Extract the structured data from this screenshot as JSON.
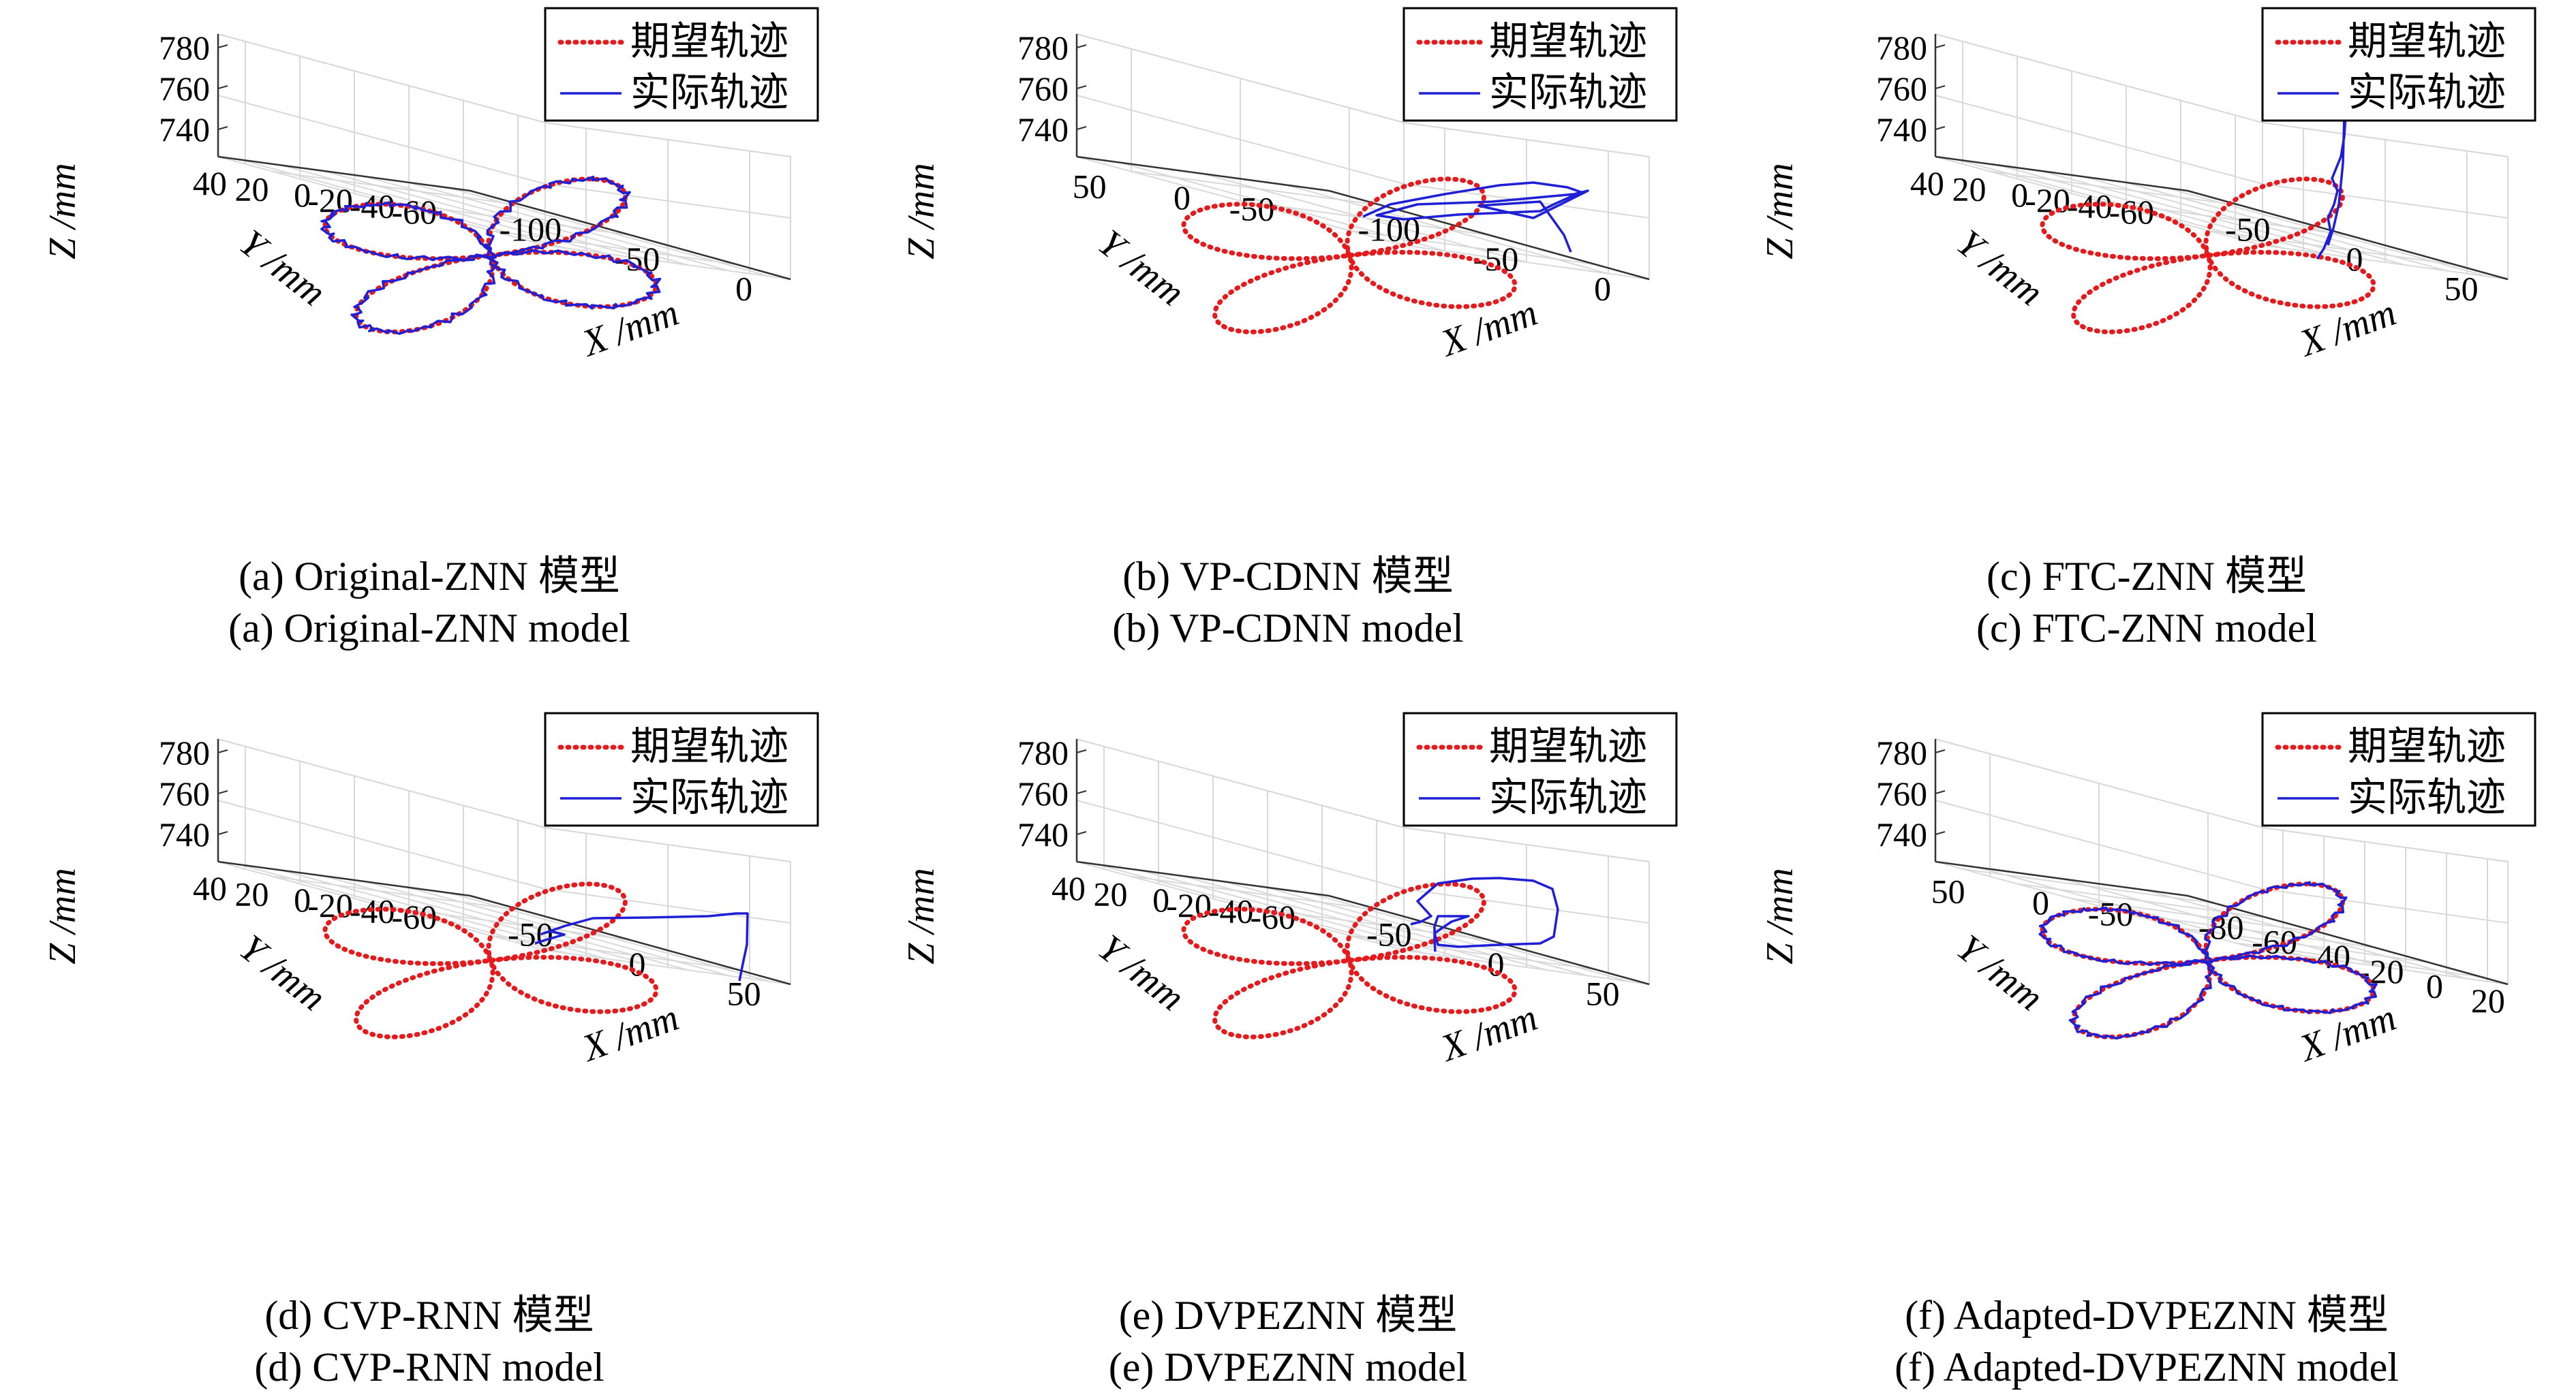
{
  "legend": {
    "desired": "期望轨迹",
    "actual": "实际轨迹"
  },
  "colors": {
    "desired": "#e41a1c",
    "actual": "#1f1fd6",
    "grid": "#d9d9d9",
    "axis": "#333333"
  },
  "chart_data": [
    {
      "type": "line3d",
      "caption_cn": "(a) Original-ZNN 模型",
      "caption_en": "(a) Original-ZNN model",
      "xlabel": "X /mm",
      "ylabel": "Y /mm",
      "zlabel": "Z /mm",
      "xticks": [
        "-100",
        "-50",
        "0"
      ],
      "yticks": [
        "40",
        "20",
        "0",
        "-20",
        "-40",
        "-60"
      ],
      "zticks": [
        "740",
        "760",
        "780"
      ],
      "actual_mode": "match",
      "noise": 0.025,
      "series": [
        {
          "name": "期望轨迹",
          "style": "dotted"
        },
        {
          "name": "实际轨迹",
          "style": "solid"
        }
      ]
    },
    {
      "type": "line3d",
      "caption_cn": "(b) VP-CDNN 模型",
      "caption_en": "(b) VP-CDNN model",
      "xlabel": "X /mm",
      "ylabel": "Y /mm",
      "zlabel": "Z /mm",
      "xticks": [
        "-100",
        "-50",
        "0"
      ],
      "yticks": [
        "50",
        "0",
        "-50"
      ],
      "zticks": [
        "740",
        "760",
        "780"
      ],
      "actual_mode": "zigzag",
      "series": [
        {
          "name": "期望轨迹",
          "style": "dotted"
        },
        {
          "name": "实际轨迹",
          "style": "solid"
        }
      ]
    },
    {
      "type": "line3d",
      "caption_cn": "(c) FTC-ZNN 模型",
      "caption_en": "(c) FTC-ZNN model",
      "xlabel": "X /mm",
      "ylabel": "Y /mm",
      "zlabel": "Z /mm",
      "xticks": [
        "-50",
        "0",
        "50"
      ],
      "yticks": [
        "40",
        "20",
        "0",
        "-20",
        "-40",
        "-60"
      ],
      "zticks": [
        "740",
        "760",
        "780"
      ],
      "actual_mode": "spike",
      "series": [
        {
          "name": "期望轨迹",
          "style": "dotted"
        },
        {
          "name": "实际轨迹",
          "style": "solid"
        }
      ]
    },
    {
      "type": "line3d",
      "caption_cn": "(d) CVP-RNN 模型",
      "caption_en": "(d) CVP-RNN model",
      "xlabel": "X /mm",
      "ylabel": "Y /mm",
      "zlabel": "Z /mm",
      "xticks": [
        "-50",
        "0",
        "50"
      ],
      "yticks": [
        "40",
        "20",
        "0",
        "-20",
        "-40",
        "-60"
      ],
      "zticks": [
        "740",
        "760",
        "780"
      ],
      "actual_mode": "hook",
      "series": [
        {
          "name": "期望轨迹",
          "style": "dotted"
        },
        {
          "name": "实际轨迹",
          "style": "solid"
        }
      ]
    },
    {
      "type": "line3d",
      "caption_cn": "(e) DVPEZNN 模型",
      "caption_en": "(e) DVPEZNN model",
      "xlabel": "X /mm",
      "ylabel": "Y /mm",
      "zlabel": "Z /mm",
      "xticks": [
        "-50",
        "0",
        "50"
      ],
      "yticks": [
        "40",
        "20",
        "0",
        "-20",
        "-40",
        "-60"
      ],
      "zticks": [
        "740",
        "760",
        "780"
      ],
      "actual_mode": "loop",
      "series": [
        {
          "name": "期望轨迹",
          "style": "dotted"
        },
        {
          "name": "实际轨迹",
          "style": "solid"
        }
      ]
    },
    {
      "type": "line3d",
      "caption_cn": "(f) Adapted-DVPEZNN 模型",
      "caption_en": "(f) Adapted-DVPEZNN model",
      "xlabel": "X /mm",
      "ylabel": "Y /mm",
      "zlabel": "Z /mm",
      "xticks": [
        "-80",
        "-60",
        "-40",
        "-20",
        "0",
        "20"
      ],
      "yticks": [
        "50",
        "0",
        "-50"
      ],
      "zticks": [
        "740",
        "760",
        "780"
      ],
      "actual_mode": "match",
      "noise": 0.02,
      "series": [
        {
          "name": "期望轨迹",
          "style": "dotted"
        },
        {
          "name": "实际轨迹",
          "style": "solid"
        }
      ]
    }
  ]
}
